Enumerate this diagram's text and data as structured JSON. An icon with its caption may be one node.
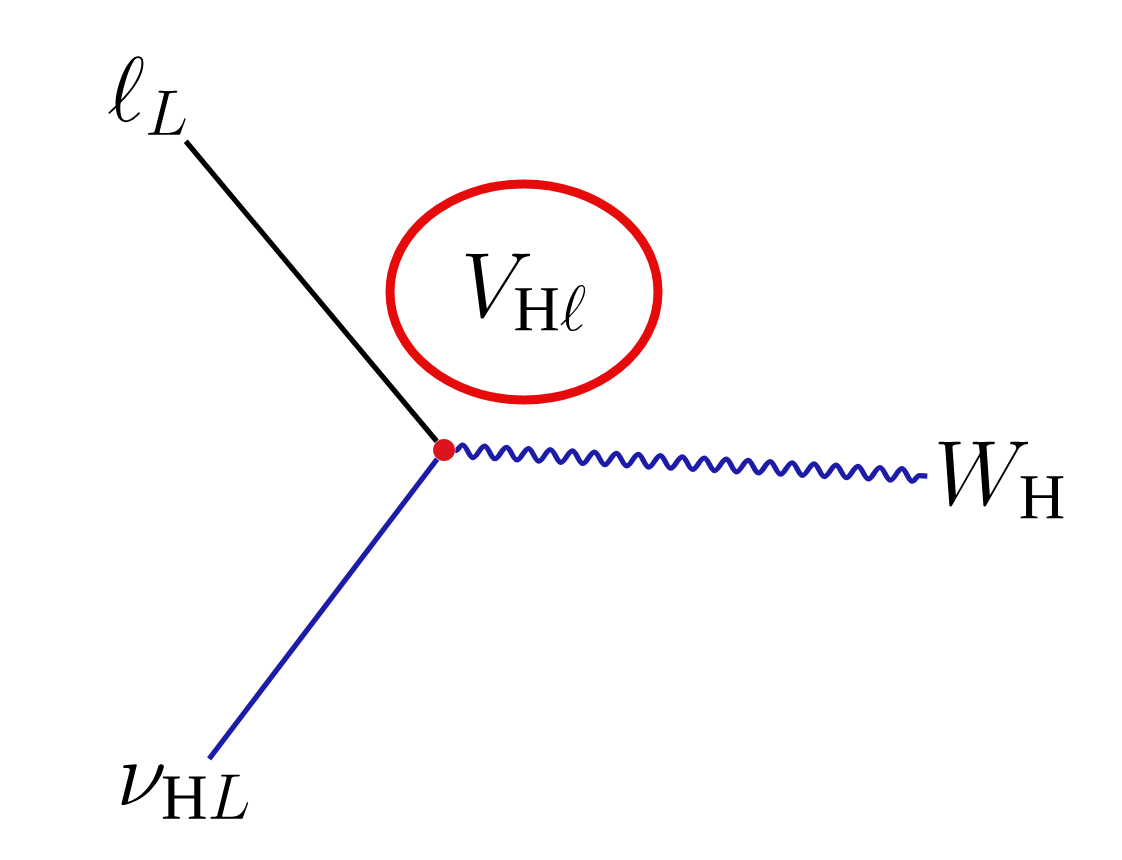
{
  "diagram": {
    "nodes": [
      {
        "text": [
          "\\ell_L"
        ]
      },
      {
        "text": [
          "V_{\\mathrm{H}\\ell}"
        ]
      },
      {
        "text": [],
        "shape": "circle"
      },
      {
        "text": [
          "W_{\\mathrm{H}}"
        ]
      },
      {
        "text": [
          "\\nu_{\\mathrm{H}L}"
        ]
      }
    ],
    "edges": [
      {
        "from": 0,
        "to": 2,
        "arrow": "none",
        "color": "#000000"
      },
      {
        "from": 2,
        "to": 3,
        "arrow": "none",
        "color": "#1c1ca8"
      },
      {
        "from": 4,
        "to": 2,
        "arrow": "none",
        "color": "#1c1ca8"
      }
    ]
  }
}
